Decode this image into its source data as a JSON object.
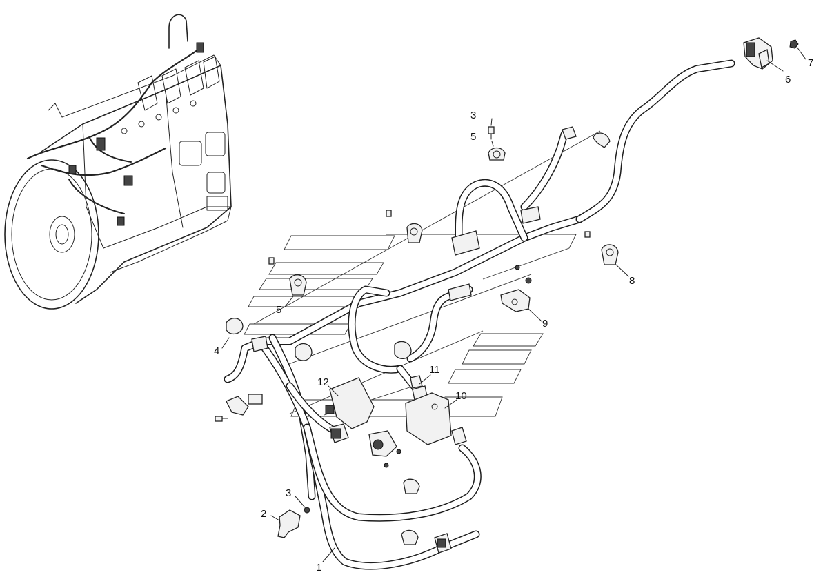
{
  "diagram": {
    "callouts": [
      {
        "id": "callout-1",
        "label": "1"
      },
      {
        "id": "callout-2",
        "label": "2"
      },
      {
        "id": "callout-3a",
        "label": "3"
      },
      {
        "id": "callout-3b",
        "label": "3"
      },
      {
        "id": "callout-4",
        "label": "4"
      },
      {
        "id": "callout-5a",
        "label": "5"
      },
      {
        "id": "callout-5b",
        "label": "5"
      },
      {
        "id": "callout-6",
        "label": "6"
      },
      {
        "id": "callout-7",
        "label": "7"
      },
      {
        "id": "callout-8",
        "label": "8"
      },
      {
        "id": "callout-9",
        "label": "9"
      },
      {
        "id": "callout-10",
        "label": "10"
      },
      {
        "id": "callout-11",
        "label": "11"
      },
      {
        "id": "callout-12",
        "label": "12"
      }
    ]
  }
}
